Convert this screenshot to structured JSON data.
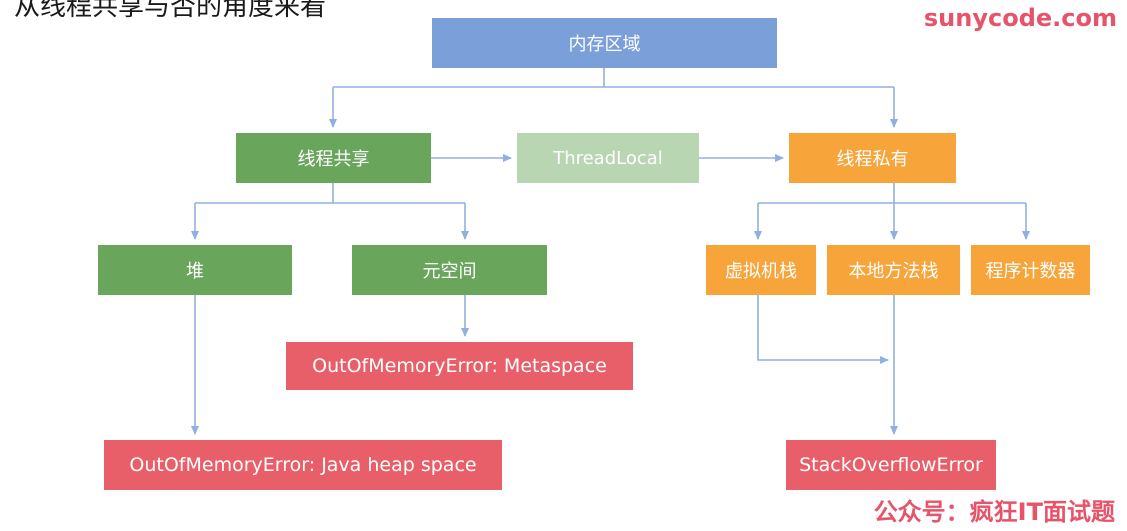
{
  "heading": "从线程共享与否的角度来看",
  "watermark": "sunycode.com",
  "footer_mark": "公众号：疯狂IT面试题",
  "nodes": {
    "memory_area": "内存区域",
    "thread_shared": "线程共享",
    "thread_local": "ThreadLocal",
    "thread_private": "线程私有",
    "heap": "堆",
    "metaspace": "元空间",
    "vm_stack": "虚拟机栈",
    "native_method_stack": "本地方法栈",
    "program_counter": "程序计数器",
    "oom_metaspace": "OutOfMemoryError: Metaspace",
    "oom_heap": "OutOfMemoryError: Java heap space",
    "stack_overflow": "StackOverflowError"
  },
  "colors": {
    "root": "#7b9fd9",
    "shared": "#6aa55c",
    "thread_local": "#b8d6b2",
    "private": "#f7a43a",
    "error": "#e85f6a",
    "connector": "#8fb0e0",
    "watermark": "#e7546a"
  }
}
